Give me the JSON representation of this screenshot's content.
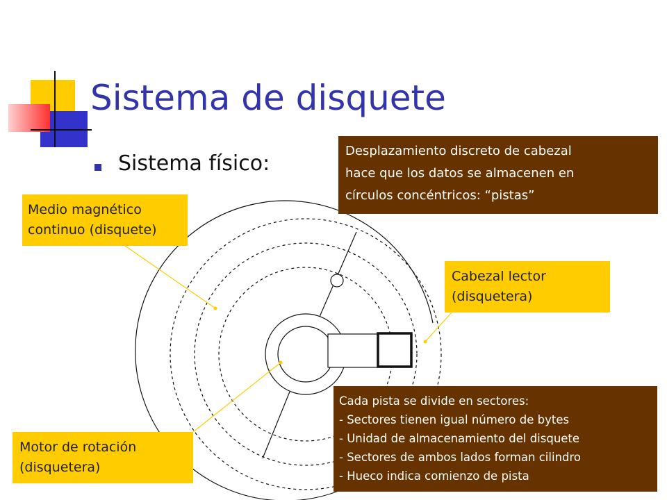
{
  "slide": {
    "title": "Sistema de disquete",
    "bullet": "Sistema físico:"
  },
  "callouts": {
    "medio": [
      "Medio magnético",
      "continuo (disquete)"
    ],
    "cabezal": [
      "Cabezal lector",
      "(disquetera)"
    ],
    "motor": [
      "Motor de rotación",
      "(disquetera)"
    ],
    "desplazamiento": [
      "Desplazamiento discreto de cabezal",
      "hace que los datos se almacenen en",
      "círculos concéntricos: “pistas”"
    ],
    "sectores": [
      "Cada pista se divide en sectores:",
      "- Sectores tienen igual número de bytes",
      "- Unidad de almacenamiento del disquete",
      "- Sectores de ambos lados forman cilindro",
      "- Hueco indica comienzo de pista"
    ]
  },
  "colors": {
    "title": "#3333aa",
    "callout_yellow": "#ffcc00",
    "callout_brown": "#663300",
    "leader": "#ffcc00"
  }
}
